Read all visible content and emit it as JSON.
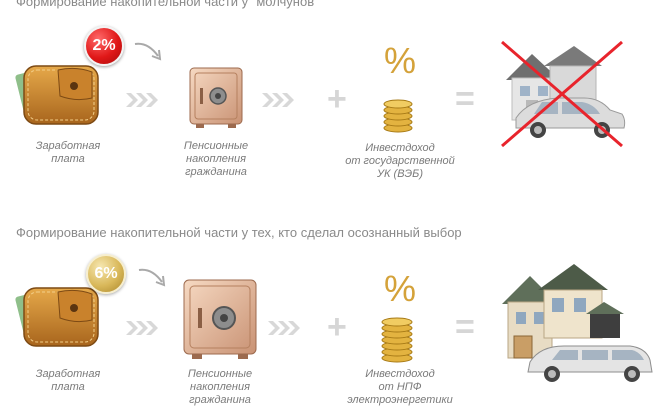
{
  "rows": [
    {
      "title": "Формирование накопительной части у \"молчунов\"",
      "badge": "2%",
      "badge_color": "#e01818",
      "salary_caption": [
        "Заработная",
        "плата"
      ],
      "savings_caption": [
        "Пенсионные",
        "накопления",
        "гражданина"
      ],
      "percent_sign": "%",
      "plus_sign": "+",
      "equals_sign": "=",
      "income_caption": [
        "Инвестдоход",
        "от государственной",
        "УК (ВЭБ)"
      ],
      "result_crossed": true,
      "cross_color": "#e8242c"
    },
    {
      "title": "Формирование накопительной части у тех, кто сделал осознанный выбор",
      "badge": "6%",
      "badge_color": "#c9a548",
      "salary_caption": [
        "Заработная",
        "плата"
      ],
      "savings_caption": [
        "Пенсионные",
        "накопления",
        "гражданина"
      ],
      "percent_sign": "%",
      "plus_sign": "+",
      "equals_sign": "=",
      "income_caption": [
        "Инвестдоход",
        "от НПФ",
        "электроэнергетики"
      ],
      "result_crossed": false
    }
  ],
  "icons": [
    "wallet-icon",
    "safe-icon",
    "coins-icon",
    "house-icon",
    "car-icon",
    "arrow-icon",
    "chevrons-icon"
  ]
}
